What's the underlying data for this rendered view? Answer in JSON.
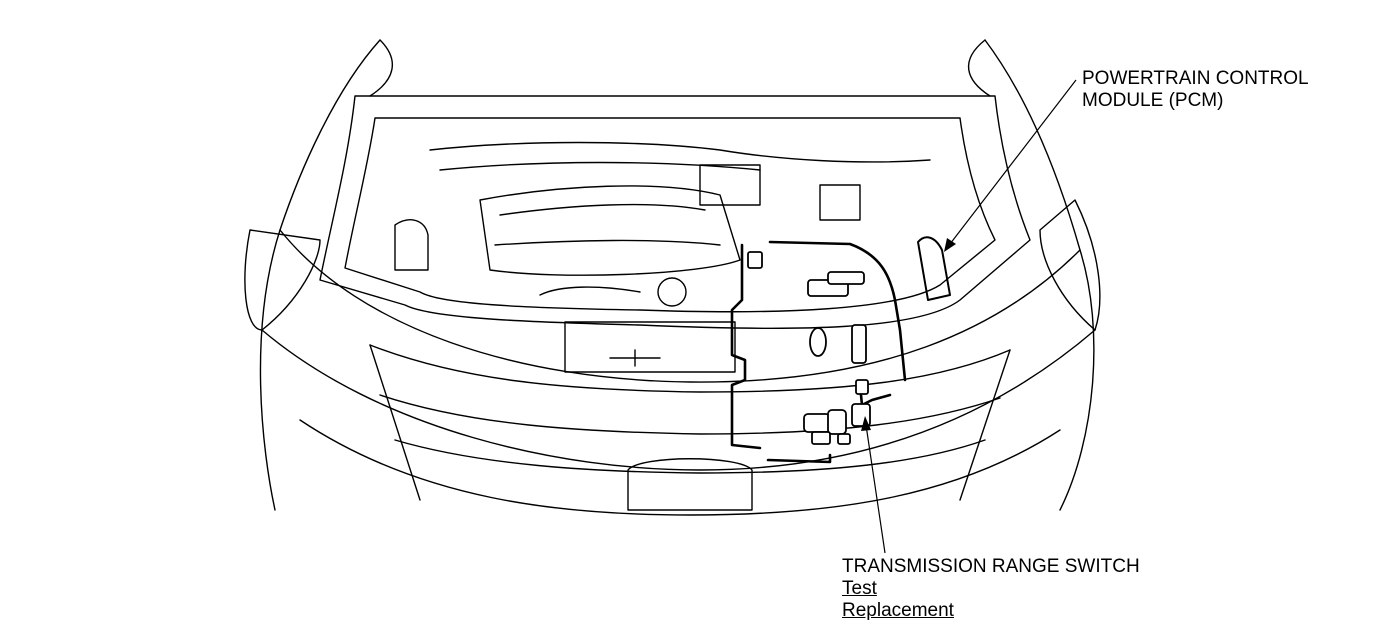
{
  "callouts": {
    "pcm": {
      "line1": "POWERTRAIN CONTROL",
      "line2": "MODULE (PCM)"
    },
    "trs": {
      "title": "TRANSMISSION RANGE SWITCH",
      "links": [
        "Test",
        "Replacement"
      ]
    }
  },
  "colors": {
    "line": "#000000",
    "background": "#ffffff"
  }
}
